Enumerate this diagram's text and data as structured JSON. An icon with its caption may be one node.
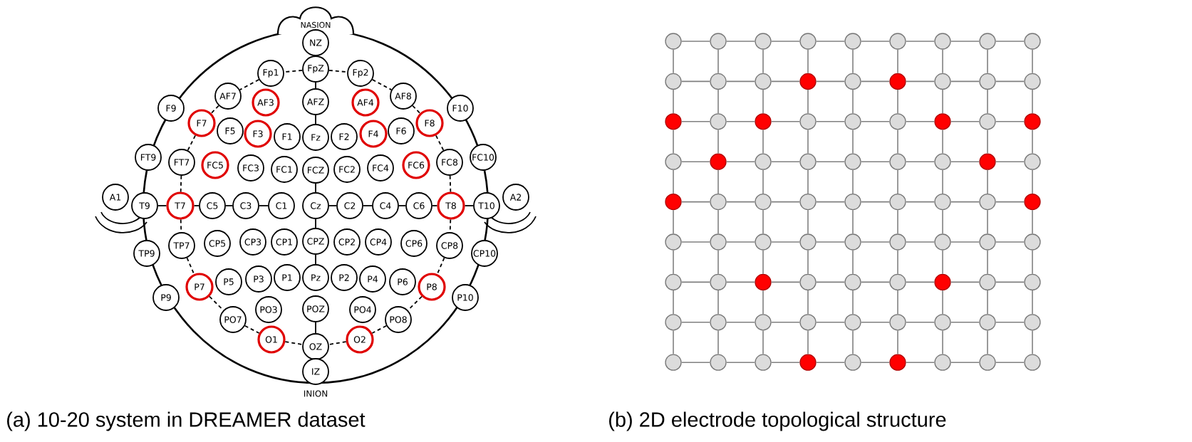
{
  "diagram": {
    "nodes": [
      {
        "text": [
          "NASION"
        ]
      },
      {
        "text": [
          "NZ"
        ]
      },
      {
        "text": [
          "Fp1"
        ]
      },
      {
        "text": [
          "FpZ"
        ]
      },
      {
        "text": [
          "Fp2"
        ]
      },
      {
        "text": [
          "AF7"
        ]
      },
      {
        "text": [
          "AF3"
        ]
      },
      {
        "text": [
          "AFZ"
        ]
      },
      {
        "text": [
          "AF4"
        ]
      },
      {
        "text": [
          "AF8"
        ]
      },
      {
        "text": [
          "F9"
        ]
      },
      {
        "text": [
          "F7"
        ]
      },
      {
        "text": [
          "F5"
        ]
      },
      {
        "text": [
          "F3"
        ]
      },
      {
        "text": [
          "F1"
        ]
      },
      {
        "text": [
          "Fz"
        ]
      },
      {
        "text": [
          "F2"
        ]
      },
      {
        "text": [
          "F4"
        ]
      },
      {
        "text": [
          "F6"
        ]
      },
      {
        "text": [
          "F8"
        ]
      },
      {
        "text": [
          "F10"
        ]
      },
      {
        "text": [
          "FT9"
        ]
      },
      {
        "text": [
          "FT7"
        ]
      },
      {
        "text": [
          "FC5"
        ]
      },
      {
        "text": [
          "FC3"
        ]
      },
      {
        "text": [
          "FC1"
        ]
      },
      {
        "text": [
          "FCZ"
        ]
      },
      {
        "text": [
          "FC2"
        ]
      },
      {
        "text": [
          "FC4"
        ]
      },
      {
        "text": [
          "FC6"
        ]
      },
      {
        "text": [
          "FC8"
        ]
      },
      {
        "text": [
          "FC10"
        ]
      },
      {
        "text": [
          "A1"
        ]
      },
      {
        "text": [
          "T9"
        ]
      },
      {
        "text": [
          "T7"
        ]
      },
      {
        "text": [
          "C5"
        ]
      },
      {
        "text": [
          "C3"
        ]
      },
      {
        "text": [
          "C1"
        ]
      },
      {
        "text": [
          "Cz"
        ]
      },
      {
        "text": [
          "C2"
        ]
      },
      {
        "text": [
          "C4"
        ]
      },
      {
        "text": [
          "C6"
        ]
      },
      {
        "text": [
          "T8"
        ]
      },
      {
        "text": [
          "T10"
        ]
      },
      {
        "text": [
          "A2"
        ]
      },
      {
        "text": [
          "TP9"
        ]
      },
      {
        "text": [
          "TP7"
        ]
      },
      {
        "text": [
          "CP5"
        ]
      },
      {
        "text": [
          "CP3"
        ]
      },
      {
        "text": [
          "CP1"
        ]
      },
      {
        "text": [
          "CPZ"
        ]
      },
      {
        "text": [
          "CP2"
        ]
      },
      {
        "text": [
          "CP4"
        ]
      },
      {
        "text": [
          "CP6"
        ]
      },
      {
        "text": [
          "CP8"
        ]
      },
      {
        "text": [
          "CP10"
        ]
      },
      {
        "text": [
          "P9"
        ]
      },
      {
        "text": [
          "P7"
        ]
      },
      {
        "text": [
          "P5"
        ]
      },
      {
        "text": [
          "P3"
        ]
      },
      {
        "text": [
          "P1"
        ]
      },
      {
        "text": [
          "Pz"
        ]
      },
      {
        "text": [
          "P2"
        ]
      },
      {
        "text": [
          "P4"
        ]
      },
      {
        "text": [
          "P6"
        ]
      },
      {
        "text": [
          "P8"
        ]
      },
      {
        "text": [
          "P10"
        ]
      },
      {
        "text": [
          "PO7"
        ]
      },
      {
        "text": [
          "PO3"
        ]
      },
      {
        "text": [
          "POZ"
        ]
      },
      {
        "text": [
          "PO4"
        ]
      },
      {
        "text": [
          "PO8"
        ]
      },
      {
        "text": [
          "O1"
        ]
      },
      {
        "text": [
          "OZ"
        ]
      },
      {
        "text": [
          "O2"
        ]
      },
      {
        "text": [
          "IZ"
        ]
      },
      {
        "text": [],
        "shape": "circle"
      },
      {
        "text": [],
        "shape": "circle"
      },
      {
        "text": [],
        "shape": "circle"
      },
      {
        "text": [],
        "shape": "circle"
      },
      {
        "text": [],
        "shape": "circle"
      },
      {
        "text": [],
        "shape": "circle"
      },
      {
        "text": [],
        "shape": "circle"
      },
      {
        "text": [],
        "shape": "circle"
      },
      {
        "text": [],
        "shape": "circle"
      },
      {
        "text": [],
        "shape": "circle"
      },
      {
        "text": [],
        "shape": "circle"
      },
      {
        "text": [],
        "shape": "circle"
      },
      {
        "text": [],
        "shape": "circle"
      },
      {
        "text": [],
        "shape": "circle"
      },
      {
        "text": [],
        "shape": "circle"
      },
      {
        "text": [],
        "shape": "circle"
      },
      {
        "text": [],
        "shape": "circle"
      },
      {
        "text": [],
        "shape": "circle"
      },
      {
        "text": [],
        "shape": "circle"
      },
      {
        "text": [],
        "shape": "circle"
      },
      {
        "text": [],
        "shape": "circle"
      },
      {
        "text": [],
        "shape": "circle"
      },
      {
        "text": [],
        "shape": "circle"
      },
      {
        "text": [],
        "shape": "circle"
      },
      {
        "text": [],
        "shape": "circle"
      },
      {
        "text": [],
        "shape": "circle"
      },
      {
        "text": [],
        "shape": "circle"
      },
      {
        "text": [],
        "shape": "circle"
      },
      {
        "text": [],
        "shape": "circle"
      },
      {
        "text": [],
        "shape": "circle"
      },
      {
        "text": [],
        "shape": "circle"
      },
      {
        "text": [],
        "shape": "circle"
      },
      {
        "text": [],
        "shape": "circle"
      },
      {
        "text": [],
        "shape": "circle"
      },
      {
        "text": [],
        "shape": "circle"
      },
      {
        "text": [],
        "shape": "circle"
      },
      {
        "text": [],
        "shape": "circle"
      },
      {
        "text": [],
        "shape": "circle"
      },
      {
        "text": [],
        "shape": "circle"
      },
      {
        "text": [],
        "shape": "circle"
      },
      {
        "text": [],
        "shape": "circle"
      },
      {
        "text": [],
        "shape": "circle"
      },
      {
        "text": [],
        "shape": "circle"
      },
      {
        "text": [],
        "shape": "circle"
      },
      {
        "text": [],
        "shape": "circle"
      },
      {
        "text": [],
        "shape": "circle"
      },
      {
        "text": [],
        "shape": "circle"
      },
      {
        "text": [],
        "shape": "circle"
      },
      {
        "text": [],
        "shape": "circle"
      },
      {
        "text": [],
        "shape": "circle"
      },
      {
        "text": [],
        "shape": "circle"
      },
      {
        "text": [],
        "shape": "circle"
      },
      {
        "text": [],
        "shape": "circle"
      },
      {
        "text": [],
        "shape": "circle"
      },
      {
        "text": [],
        "shape": "circle"
      },
      {
        "text": [],
        "shape": "circle"
      },
      {
        "text": [],
        "shape": "circle"
      },
      {
        "text": [],
        "shape": "circle"
      },
      {
        "text": [],
        "shape": "circle"
      },
      {
        "text": [],
        "shape": "circle"
      },
      {
        "text": [],
        "shape": "circle"
      },
      {
        "text": [],
        "shape": "circle"
      },
      {
        "text": [],
        "shape": "circle"
      },
      {
        "text": [],
        "shape": "circle"
      },
      {
        "text": [],
        "shape": "circle"
      },
      {
        "text": [],
        "shape": "circle"
      },
      {
        "text": [],
        "shape": "circle"
      },
      {
        "text": [],
        "shape": "circle"
      },
      {
        "text": [],
        "shape": "circle"
      },
      {
        "text": [],
        "shape": "circle"
      },
      {
        "text": [],
        "shape": "circle"
      },
      {
        "text": [],
        "shape": "circle"
      },
      {
        "text": [],
        "shape": "circle"
      },
      {
        "text": [],
        "shape": "circle"
      },
      {
        "text": [],
        "shape": "circle"
      },
      {
        "text": [],
        "shape": "circle"
      },
      {
        "text": [],
        "shape": "circle"
      },
      {
        "text": [],
        "shape": "circle"
      },
      {
        "text": [],
        "shape": "circle"
      },
      {
        "text": [],
        "shape": "circle"
      },
      {
        "text": [],
        "shape": "circle"
      }
    ],
    "edges": [
      {
        "from": 3,
        "to": 2,
        "arrow": "none",
        "style": "dashed",
        "color": "#000000"
      },
      {
        "from": 3,
        "to": 4,
        "arrow": "none",
        "style": "dashed",
        "color": "#000000"
      },
      {
        "from": 2,
        "to": 5,
        "arrow": "none",
        "style": "dashed",
        "color": "#000000"
      },
      {
        "from": 4,
        "to": 9,
        "arrow": "none",
        "style": "dashed",
        "color": "#000000"
      },
      {
        "from": 5,
        "to": 11,
        "arrow": "none",
        "style": "dashed",
        "color": "#000000"
      },
      {
        "from": 9,
        "to": 19,
        "arrow": "none",
        "style": "dashed",
        "color": "#000000"
      },
      {
        "from": 11,
        "to": 22,
        "arrow": "none",
        "style": "dashed",
        "color": "#000000"
      },
      {
        "from": 19,
        "to": 30,
        "arrow": "none",
        "style": "dashed",
        "color": "#000000"
      },
      {
        "from": 22,
        "to": 34,
        "arrow": "none",
        "style": "dashed",
        "color": "#000000"
      },
      {
        "from": 30,
        "to": 42,
        "arrow": "none",
        "style": "dashed",
        "color": "#000000"
      },
      {
        "from": 34,
        "to": 46,
        "arrow": "none",
        "style": "dashed",
        "color": "#000000"
      },
      {
        "from": 42,
        "to": 54,
        "arrow": "none",
        "style": "dashed",
        "color": "#000000"
      },
      {
        "from": 46,
        "to": 57,
        "arrow": "none",
        "style": "dashed",
        "color": "#000000"
      },
      {
        "from": 54,
        "to": 65,
        "arrow": "none",
        "style": "dashed",
        "color": "#000000"
      },
      {
        "from": 57,
        "to": 67,
        "arrow": "none",
        "style": "dashed",
        "color": "#000000"
      },
      {
        "from": 65,
        "to": 71,
        "arrow": "none",
        "style": "dashed",
        "color": "#000000"
      },
      {
        "from": 67,
        "to": 72,
        "arrow": "none",
        "style": "dashed",
        "color": "#000000"
      },
      {
        "from": 71,
        "to": 74,
        "arrow": "none",
        "style": "dashed",
        "color": "#000000"
      },
      {
        "from": 72,
        "to": 73,
        "arrow": "none",
        "style": "dashed",
        "color": "#000000"
      },
      {
        "from": 74,
        "to": 73,
        "arrow": "none",
        "style": "dashed",
        "color": "#000000"
      },
      {
        "from": 3,
        "to": 7,
        "arrow": "none",
        "color": "#000000"
      },
      {
        "from": 7,
        "to": 15,
        "arrow": "none",
        "color": "#000000"
      },
      {
        "from": 26,
        "to": 38,
        "arrow": "none",
        "color": "#000000"
      },
      {
        "from": 38,
        "to": 50,
        "arrow": "none",
        "color": "#000000"
      },
      {
        "from": 50,
        "to": 61,
        "arrow": "none",
        "color": "#000000"
      },
      {
        "from": 69,
        "to": 73,
        "arrow": "none",
        "color": "#000000"
      },
      {
        "from": 33,
        "to": 34,
        "arrow": "none",
        "color": "#000000"
      },
      {
        "from": 34,
        "to": 35,
        "arrow": "none",
        "color": "#000000"
      },
      {
        "from": 35,
        "to": 36,
        "arrow": "none",
        "color": "#000000"
      },
      {
        "from": 36,
        "to": 37,
        "arrow": "none",
        "color": "#000000"
      },
      {
        "from": 38,
        "to": 39,
        "arrow": "none",
        "color": "#000000"
      },
      {
        "from": 39,
        "to": 40,
        "arrow": "none",
        "color": "#000000"
      },
      {
        "from": 40,
        "to": 41,
        "arrow": "none",
        "color": "#000000"
      },
      {
        "from": 41,
        "to": 42,
        "arrow": "none",
        "color": "#000000"
      },
      {
        "from": 42,
        "to": 43,
        "arrow": "none",
        "color": "#000000"
      },
      {
        "from": 76,
        "to": 77,
        "arrow": "none"
      },
      {
        "from": 77,
        "to": 78,
        "arrow": "none"
      },
      {
        "from": 78,
        "to": 79,
        "arrow": "none"
      },
      {
        "from": 79,
        "to": 80,
        "arrow": "none"
      },
      {
        "from": 80,
        "to": 81,
        "arrow": "none"
      },
      {
        "from": 81,
        "to": 82,
        "arrow": "none"
      },
      {
        "from": 82,
        "to": 83,
        "arrow": "none"
      },
      {
        "from": 83,
        "to": 84,
        "arrow": "none"
      },
      {
        "from": 85,
        "to": 86,
        "arrow": "none"
      },
      {
        "from": 86,
        "to": 87,
        "arrow": "none"
      },
      {
        "from": 87,
        "to": 88,
        "arrow": "none"
      },
      {
        "from": 88,
        "to": 89,
        "arrow": "none"
      },
      {
        "from": 89,
        "to": 90,
        "arrow": "none"
      },
      {
        "from": 90,
        "to": 91,
        "arrow": "none"
      },
      {
        "from": 91,
        "to": 92,
        "arrow": "none"
      },
      {
        "from": 92,
        "to": 93,
        "arrow": "none"
      },
      {
        "from": 94,
        "to": 95,
        "arrow": "none"
      },
      {
        "from": 95,
        "to": 96,
        "arrow": "none"
      },
      {
        "from": 96,
        "to": 97,
        "arrow": "none"
      },
      {
        "from": 97,
        "to": 98,
        "arrow": "none"
      },
      {
        "from": 98,
        "to": 99,
        "arrow": "none"
      },
      {
        "from": 99,
        "to": 100,
        "arrow": "none"
      },
      {
        "from": 100,
        "to": 101,
        "arrow": "none"
      },
      {
        "from": 101,
        "to": 102,
        "arrow": "none"
      },
      {
        "from": 103,
        "to": 104,
        "arrow": "none"
      },
      {
        "from": 104,
        "to": 105,
        "arrow": "none"
      },
      {
        "from": 105,
        "to": 106,
        "arrow": "none"
      },
      {
        "from": 106,
        "to": 107,
        "arrow": "none"
      },
      {
        "from": 107,
        "to": 108,
        "arrow": "none"
      },
      {
        "from": 108,
        "to": 109,
        "arrow": "none"
      },
      {
        "from": 109,
        "to": 110,
        "arrow": "none"
      },
      {
        "from": 110,
        "to": 111,
        "arrow": "none"
      },
      {
        "from": 112,
        "to": 113,
        "arrow": "none"
      },
      {
        "from": 113,
        "to": 114,
        "arrow": "none"
      },
      {
        "from": 114,
        "to": 115,
        "arrow": "none"
      },
      {
        "from": 115,
        "to": 116,
        "arrow": "none"
      },
      {
        "from": 116,
        "to": 117,
        "arrow": "none"
      },
      {
        "from": 117,
        "to": 118,
        "arrow": "none"
      },
      {
        "from": 118,
        "to": 119,
        "arrow": "none"
      },
      {
        "from": 119,
        "to": 120,
        "arrow": "none"
      },
      {
        "from": 121,
        "to": 122,
        "arrow": "none"
      },
      {
        "from": 122,
        "to": 123,
        "arrow": "none"
      },
      {
        "from": 123,
        "to": 124,
        "arrow": "none"
      },
      {
        "from": 124,
        "to": 125,
        "arrow": "none"
      },
      {
        "from": 125,
        "to": 126,
        "arrow": "none"
      },
      {
        "from": 126,
        "to": 127,
        "arrow": "none"
      },
      {
        "from": 127,
        "to": 128,
        "arrow": "none"
      },
      {
        "from": 128,
        "to": 129,
        "arrow": "none"
      },
      {
        "from": 130,
        "to": 131,
        "arrow": "none"
      },
      {
        "from": 131,
        "to": 132,
        "arrow": "none"
      },
      {
        "from": 132,
        "to": 133,
        "arrow": "none"
      },
      {
        "from": 133,
        "to": 134,
        "arrow": "none"
      },
      {
        "from": 134,
        "to": 135,
        "arrow": "none"
      },
      {
        "from": 135,
        "to": 136,
        "arrow": "none"
      },
      {
        "from": 136,
        "to": 137,
        "arrow": "none"
      },
      {
        "from": 137,
        "to": 138,
        "arrow": "none"
      },
      {
        "from": 139,
        "to": 140,
        "arrow": "none"
      },
      {
        "from": 140,
        "to": 141,
        "arrow": "none"
      },
      {
        "from": 141,
        "to": 142,
        "arrow": "none"
      },
      {
        "from": 142,
        "to": 143,
        "arrow": "none"
      },
      {
        "from": 143,
        "to": 144,
        "arrow": "none"
      },
      {
        "from": 144,
        "to": 145,
        "arrow": "none"
      },
      {
        "from": 145,
        "to": 146,
        "arrow": "none"
      },
      {
        "from": 146,
        "to": 147,
        "arrow": "none"
      },
      {
        "from": 148,
        "to": 149,
        "arrow": "none"
      },
      {
        "from": 149,
        "to": 150,
        "arrow": "none"
      },
      {
        "from": 150,
        "to": 151,
        "arrow": "none"
      },
      {
        "from": 151,
        "to": 152,
        "arrow": "none"
      },
      {
        "from": 152,
        "to": 153,
        "arrow": "none"
      },
      {
        "from": 153,
        "to": 154,
        "arrow": "none"
      },
      {
        "from": 154,
        "to": 155,
        "arrow": "none"
      },
      {
        "from": 155,
        "to": 156,
        "arrow": "none"
      },
      {
        "from": 76,
        "to": 85,
        "arrow": "none"
      },
      {
        "from": 77,
        "to": 86,
        "arrow": "none"
      },
      {
        "from": 78,
        "to": 87,
        "arrow": "none"
      },
      {
        "from": 79,
        "to": 88,
        "arrow": "none"
      },
      {
        "from": 80,
        "to": 89,
        "arrow": "none"
      },
      {
        "from": 81,
        "to": 90,
        "arrow": "none"
      },
      {
        "from": 82,
        "to": 91,
        "arrow": "none"
      },
      {
        "from": 83,
        "to": 92,
        "arrow": "none"
      },
      {
        "from": 84,
        "to": 93,
        "arrow": "none"
      },
      {
        "from": 85,
        "to": 94,
        "arrow": "none"
      },
      {
        "from": 86,
        "to": 95,
        "arrow": "none"
      },
      {
        "from": 87,
        "to": 96,
        "arrow": "none"
      },
      {
        "from": 88,
        "to": 97,
        "arrow": "none"
      },
      {
        "from": 89,
        "to": 98,
        "arrow": "none"
      },
      {
        "from": 90,
        "to": 99,
        "arrow": "none"
      },
      {
        "from": 91,
        "to": 100,
        "arrow": "none"
      },
      {
        "from": 92,
        "to": 101,
        "arrow": "none"
      },
      {
        "from": 93,
        "to": 102,
        "arrow": "none"
      },
      {
        "from": 94,
        "to": 103,
        "arrow": "none"
      },
      {
        "from": 95,
        "to": 104,
        "arrow": "none"
      },
      {
        "from": 96,
        "to": 105,
        "arrow": "none"
      },
      {
        "from": 97,
        "to": 106,
        "arrow": "none"
      },
      {
        "from": 98,
        "to": 107,
        "arrow": "none"
      },
      {
        "from": 99,
        "to": 108,
        "arrow": "none"
      },
      {
        "from": 100,
        "to": 109,
        "arrow": "none"
      },
      {
        "from": 101,
        "to": 110,
        "arrow": "none"
      },
      {
        "from": 102,
        "to": 111,
        "arrow": "none"
      },
      {
        "from": 103,
        "to": 112,
        "arrow": "none"
      },
      {
        "from": 104,
        "to": 113,
        "arrow": "none"
      },
      {
        "from": 105,
        "to": 114,
        "arrow": "none"
      },
      {
        "from": 106,
        "to": 115,
        "arrow": "none"
      },
      {
        "from": 107,
        "to": 116,
        "arrow": "none"
      },
      {
        "from": 108,
        "to": 117,
        "arrow": "none"
      },
      {
        "from": 109,
        "to": 118,
        "arrow": "none"
      },
      {
        "from": 110,
        "to": 119,
        "arrow": "none"
      },
      {
        "from": 111,
        "to": 120,
        "arrow": "none"
      },
      {
        "from": 112,
        "to": 121,
        "arrow": "none"
      },
      {
        "from": 113,
        "to": 122,
        "arrow": "none"
      },
      {
        "from": 114,
        "to": 123,
        "arrow": "none"
      },
      {
        "from": 115,
        "to": 124,
        "arrow": "none"
      },
      {
        "from": 116,
        "to": 125,
        "arrow": "none"
      },
      {
        "from": 117,
        "to": 126,
        "arrow": "none"
      },
      {
        "from": 118,
        "to": 127,
        "arrow": "none"
      },
      {
        "from": 119,
        "to": 128,
        "arrow": "none"
      },
      {
        "from": 120,
        "to": 129,
        "arrow": "none"
      },
      {
        "from": 121,
        "to": 130,
        "arrow": "none"
      },
      {
        "from": 122,
        "to": 131,
        "arrow": "none"
      },
      {
        "from": 123,
        "to": 132,
        "arrow": "none"
      },
      {
        "from": 124,
        "to": 133,
        "arrow": "none"
      },
      {
        "from": 125,
        "to": 134,
        "arrow": "none"
      },
      {
        "from": 126,
        "to": 135,
        "arrow": "none"
      },
      {
        "from": 127,
        "to": 136,
        "arrow": "none"
      },
      {
        "from": 128,
        "to": 137,
        "arrow": "none"
      },
      {
        "from": 129,
        "to": 138,
        "arrow": "none"
      },
      {
        "from": 130,
        "to": 139,
        "arrow": "none"
      },
      {
        "from": 131,
        "to": 140,
        "arrow": "none"
      },
      {
        "from": 132,
        "to": 141,
        "arrow": "none"
      },
      {
        "from": 133,
        "to": 142,
        "arrow": "none"
      },
      {
        "from": 134,
        "to": 143,
        "arrow": "none"
      },
      {
        "from": 135,
        "to": 144,
        "arrow": "none"
      },
      {
        "from": 136,
        "to": 145,
        "arrow": "none"
      },
      {
        "from": 137,
        "to": 146,
        "arrow": "none"
      },
      {
        "from": 138,
        "to": 147,
        "arrow": "none"
      },
      {
        "from": 139,
        "to": 148,
        "arrow": "none"
      },
      {
        "from": 140,
        "to": 149,
        "arrow": "none"
      },
      {
        "from": 141,
        "to": 150,
        "arrow": "none"
      },
      {
        "from": 142,
        "to": 151,
        "arrow": "none"
      },
      {
        "from": 143,
        "to": 152,
        "arrow": "none"
      },
      {
        "from": 144,
        "to": 153,
        "arrow": "none"
      },
      {
        "from": 145,
        "to": 154,
        "arrow": "none"
      },
      {
        "from": 146,
        "to": 155,
        "arrow": "none"
      },
      {
        "from": 147,
        "to": 156,
        "arrow": "none"
      }
    ],
    "labels": [
      "INION",
      "(a) 10-20 system in DREAMER dataset",
      "(b) 2D electrode topological structure"
    ]
  }
}
